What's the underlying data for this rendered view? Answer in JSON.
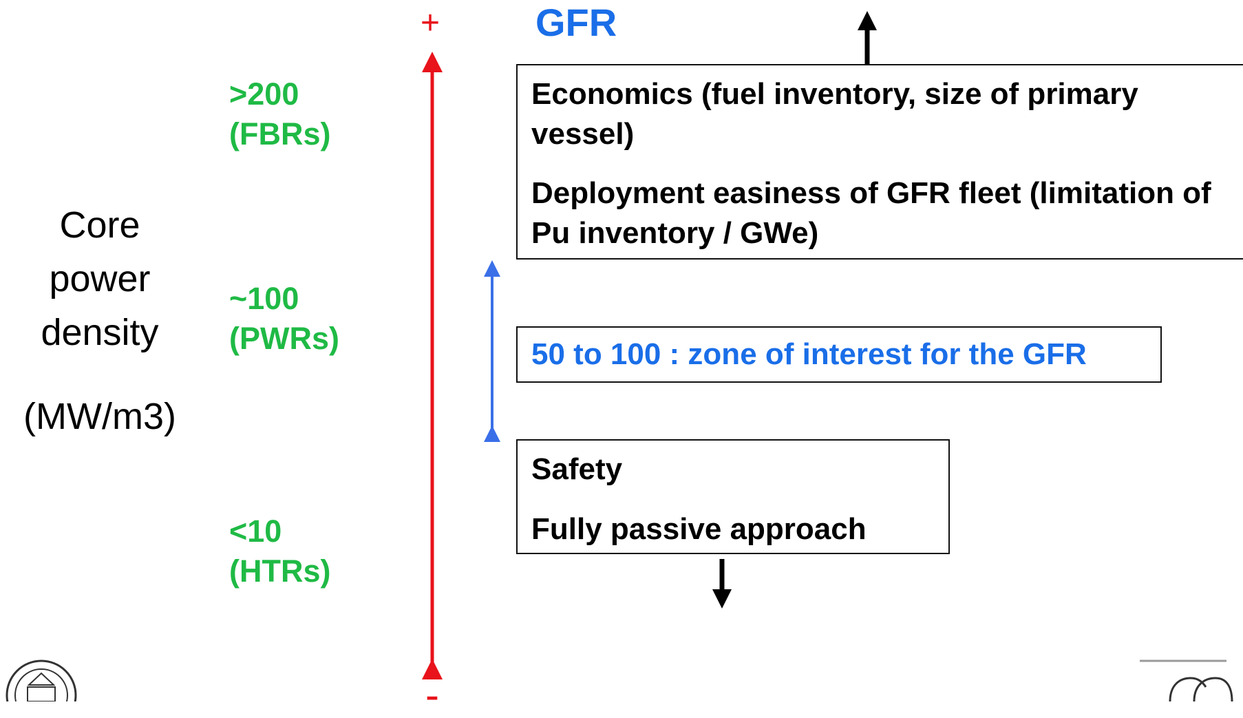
{
  "axis": {
    "label_lines": [
      "Core",
      "power",
      "density"
    ],
    "unit": "(MW/m3)",
    "plus": "+",
    "minus": "-",
    "colors": {
      "axis": "#e8131b",
      "zone": "#3a6fe8",
      "scale_text": "#1fba45",
      "gfr": "#1a6ee8"
    }
  },
  "scale": [
    {
      "value": ">200",
      "reactor": "(FBRs)"
    },
    {
      "value": "~100",
      "reactor": "(PWRs)"
    },
    {
      "value": "<10",
      "reactor": "(HTRs)"
    }
  ],
  "title": "GFR",
  "economics_box": {
    "line1": "Economics (fuel inventory, size of primary vessel)",
    "line2": "Deployment easiness of GFR fleet (limitation of Pu inventory / GWe)"
  },
  "zone_box": {
    "text": "50 to 100 : zone of interest for the GFR"
  },
  "safety_box": {
    "line1": "Safety",
    "line2": "Fully passive approach"
  }
}
